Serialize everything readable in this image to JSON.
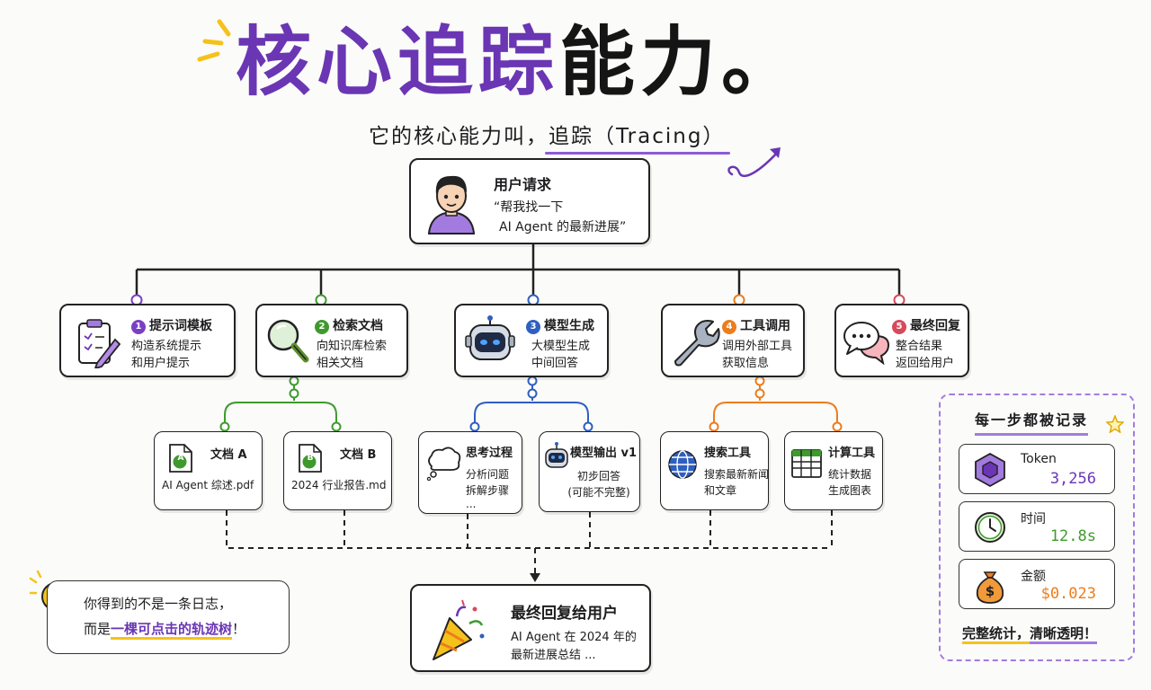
{
  "title": {
    "part1": "核心追踪",
    "part2": "能力。"
  },
  "subtitle": {
    "prefix": "它的核心能力叫，",
    "highlight": "追踪",
    "suffix": "（Tracing）"
  },
  "user_request": {
    "title": "用户请求",
    "line1": "“帮我找一下",
    "line2": "AI Agent 的最新进展”"
  },
  "steps": [
    {
      "num": "1",
      "title": "提示词模板",
      "desc1": "构造系统提示",
      "desc2": "和用户提示",
      "color": "#7b3fc4"
    },
    {
      "num": "2",
      "title": "检索文档",
      "desc1": "向知识库检索",
      "desc2": "相关文档",
      "color": "#3f9a2e"
    },
    {
      "num": "3",
      "title": "模型生成",
      "desc1": "大模型生成",
      "desc2": "中间回答",
      "color": "#2f5fbf"
    },
    {
      "num": "4",
      "title": "工具调用",
      "desc1": "调用外部工具",
      "desc2": "获取信息",
      "color": "#ec7d1c"
    },
    {
      "num": "5",
      "title": "最终回复",
      "desc1": "整合结果",
      "desc2": "返回给用户",
      "color": "#d64a5c"
    }
  ],
  "subnodes": [
    {
      "title": "文档 A",
      "desc1": "AI Agent 综述.pdf",
      "desc2": ""
    },
    {
      "title": "文档 B",
      "desc1": "2024 行业报告.md",
      "desc2": ""
    },
    {
      "title": "思考过程",
      "desc1": "分析问题",
      "desc2": "拆解步骤",
      "desc3": "..."
    },
    {
      "title": "模型输出 v1",
      "desc1": "初步回答",
      "desc2": "(可能不完整)"
    },
    {
      "title": "搜索工具",
      "desc1": "搜索最新新闻",
      "desc2": "和文章"
    },
    {
      "title": "计算工具",
      "desc1": "统计数据",
      "desc2": "生成图表"
    }
  ],
  "doc_badges": {
    "a": "A",
    "b": "B"
  },
  "final": {
    "title": "最终回复给用户",
    "line1": "AI Agent 在 2024 年的",
    "line2": "最新进展总结 ..."
  },
  "tip": {
    "line1": "你得到的不是一条日志，",
    "line2_pre": "而是",
    "line2_hl": "一棵可点击的轨迹树",
    "line2_post": "！"
  },
  "stats_panel": {
    "title": "每一步都被记录",
    "items": [
      {
        "label": "Token",
        "value": "3,256",
        "icon": "token-cube-icon",
        "color": "#6a36b3"
      },
      {
        "label": "时间",
        "value": "12.8s",
        "icon": "clock-icon",
        "color": "#3f9a2e"
      },
      {
        "label": "金额",
        "value": "$0.023",
        "icon": "money-bag-icon",
        "color": "#ec7d1c"
      }
    ],
    "footer_a": "完整统计，",
    "footer_b": "清晰透明！"
  },
  "colors": {
    "purple": "#6a36b3",
    "green": "#3f9a2e",
    "blue": "#2f5fbf",
    "orange": "#ec7d1c",
    "red": "#d64a5c"
  }
}
